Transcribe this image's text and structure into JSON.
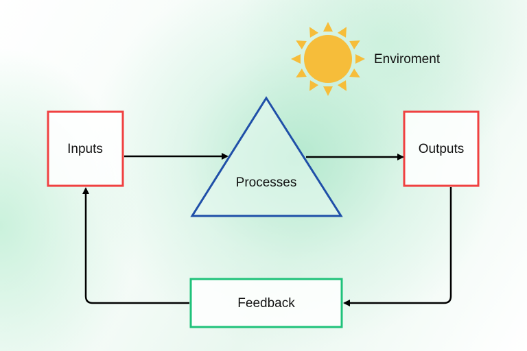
{
  "diagram": {
    "nodes": {
      "inputs": "Inputs",
      "processes": "Processes",
      "outputs": "Outputs",
      "feedback": "Feedback"
    },
    "environment_label": "Enviroment"
  },
  "colors": {
    "inputs_border": "#f04141",
    "outputs_border": "#f04141",
    "process_stroke": "#1f4fa8",
    "feedback_border": "#1fc27a",
    "sun": "#f6bd3a",
    "arrow": "#000000"
  }
}
